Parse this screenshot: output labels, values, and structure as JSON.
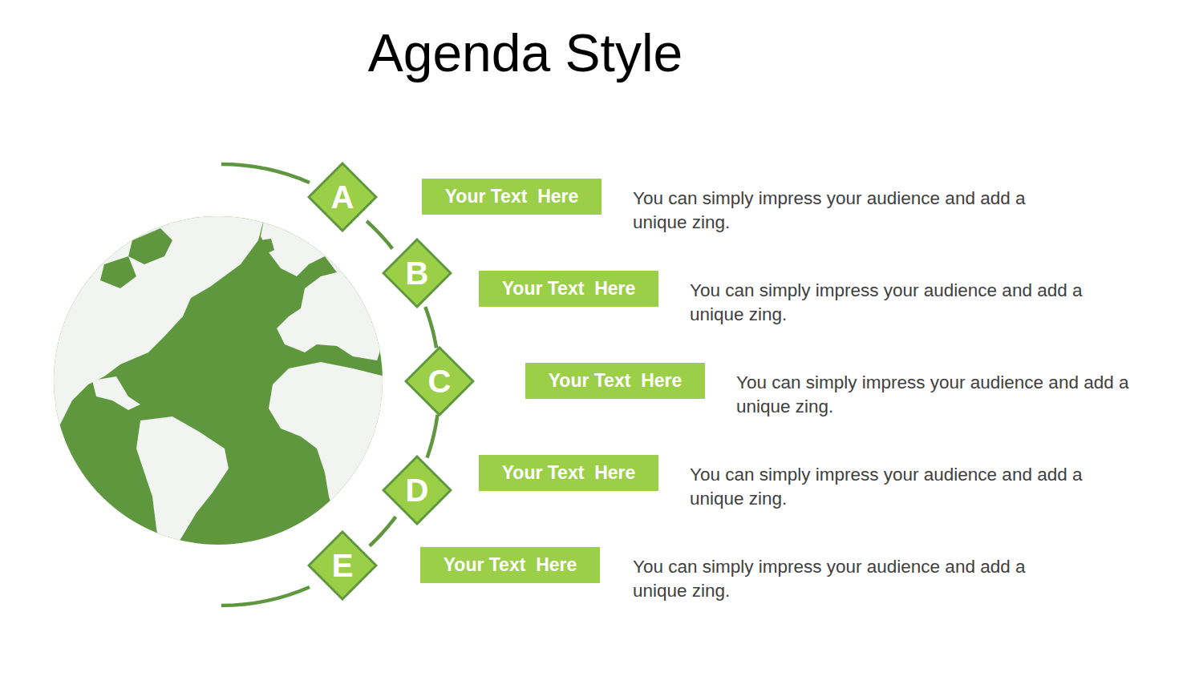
{
  "diagram": {
    "title": "Agenda Style",
    "nodes": [
      {
        "text": [
          "A"
        ]
      },
      {
        "text": [
          "Your Text  Here"
        ]
      },
      {
        "text": [
          "B"
        ]
      },
      {
        "text": [
          "Your Text  Here"
        ]
      },
      {
        "text": [
          "C"
        ]
      },
      {
        "text": [
          "Your Text  Here"
        ]
      },
      {
        "text": [
          "D"
        ]
      },
      {
        "text": [
          "Your Text  Here"
        ]
      },
      {
        "text": [
          "E"
        ]
      },
      {
        "text": [
          "Your Text  Here"
        ]
      }
    ],
    "edges": [
      {
        "from": 0,
        "to": 2,
        "arrow": "none"
      },
      {
        "from": 2,
        "to": 4,
        "arrow": "none"
      },
      {
        "from": 4,
        "to": 6,
        "arrow": "none"
      },
      {
        "from": 6,
        "to": 8,
        "arrow": "none"
      }
    ],
    "labels": [
      "You can simply impress your audience and add a unique zing.",
      "You can simply impress your audience and add a unique zing.",
      "You can simply impress your audience and add a unique zing.",
      "You can simply impress your audience and add a unique zing.",
      "You can simply impress your audience and add a unique zing."
    ]
  }
}
